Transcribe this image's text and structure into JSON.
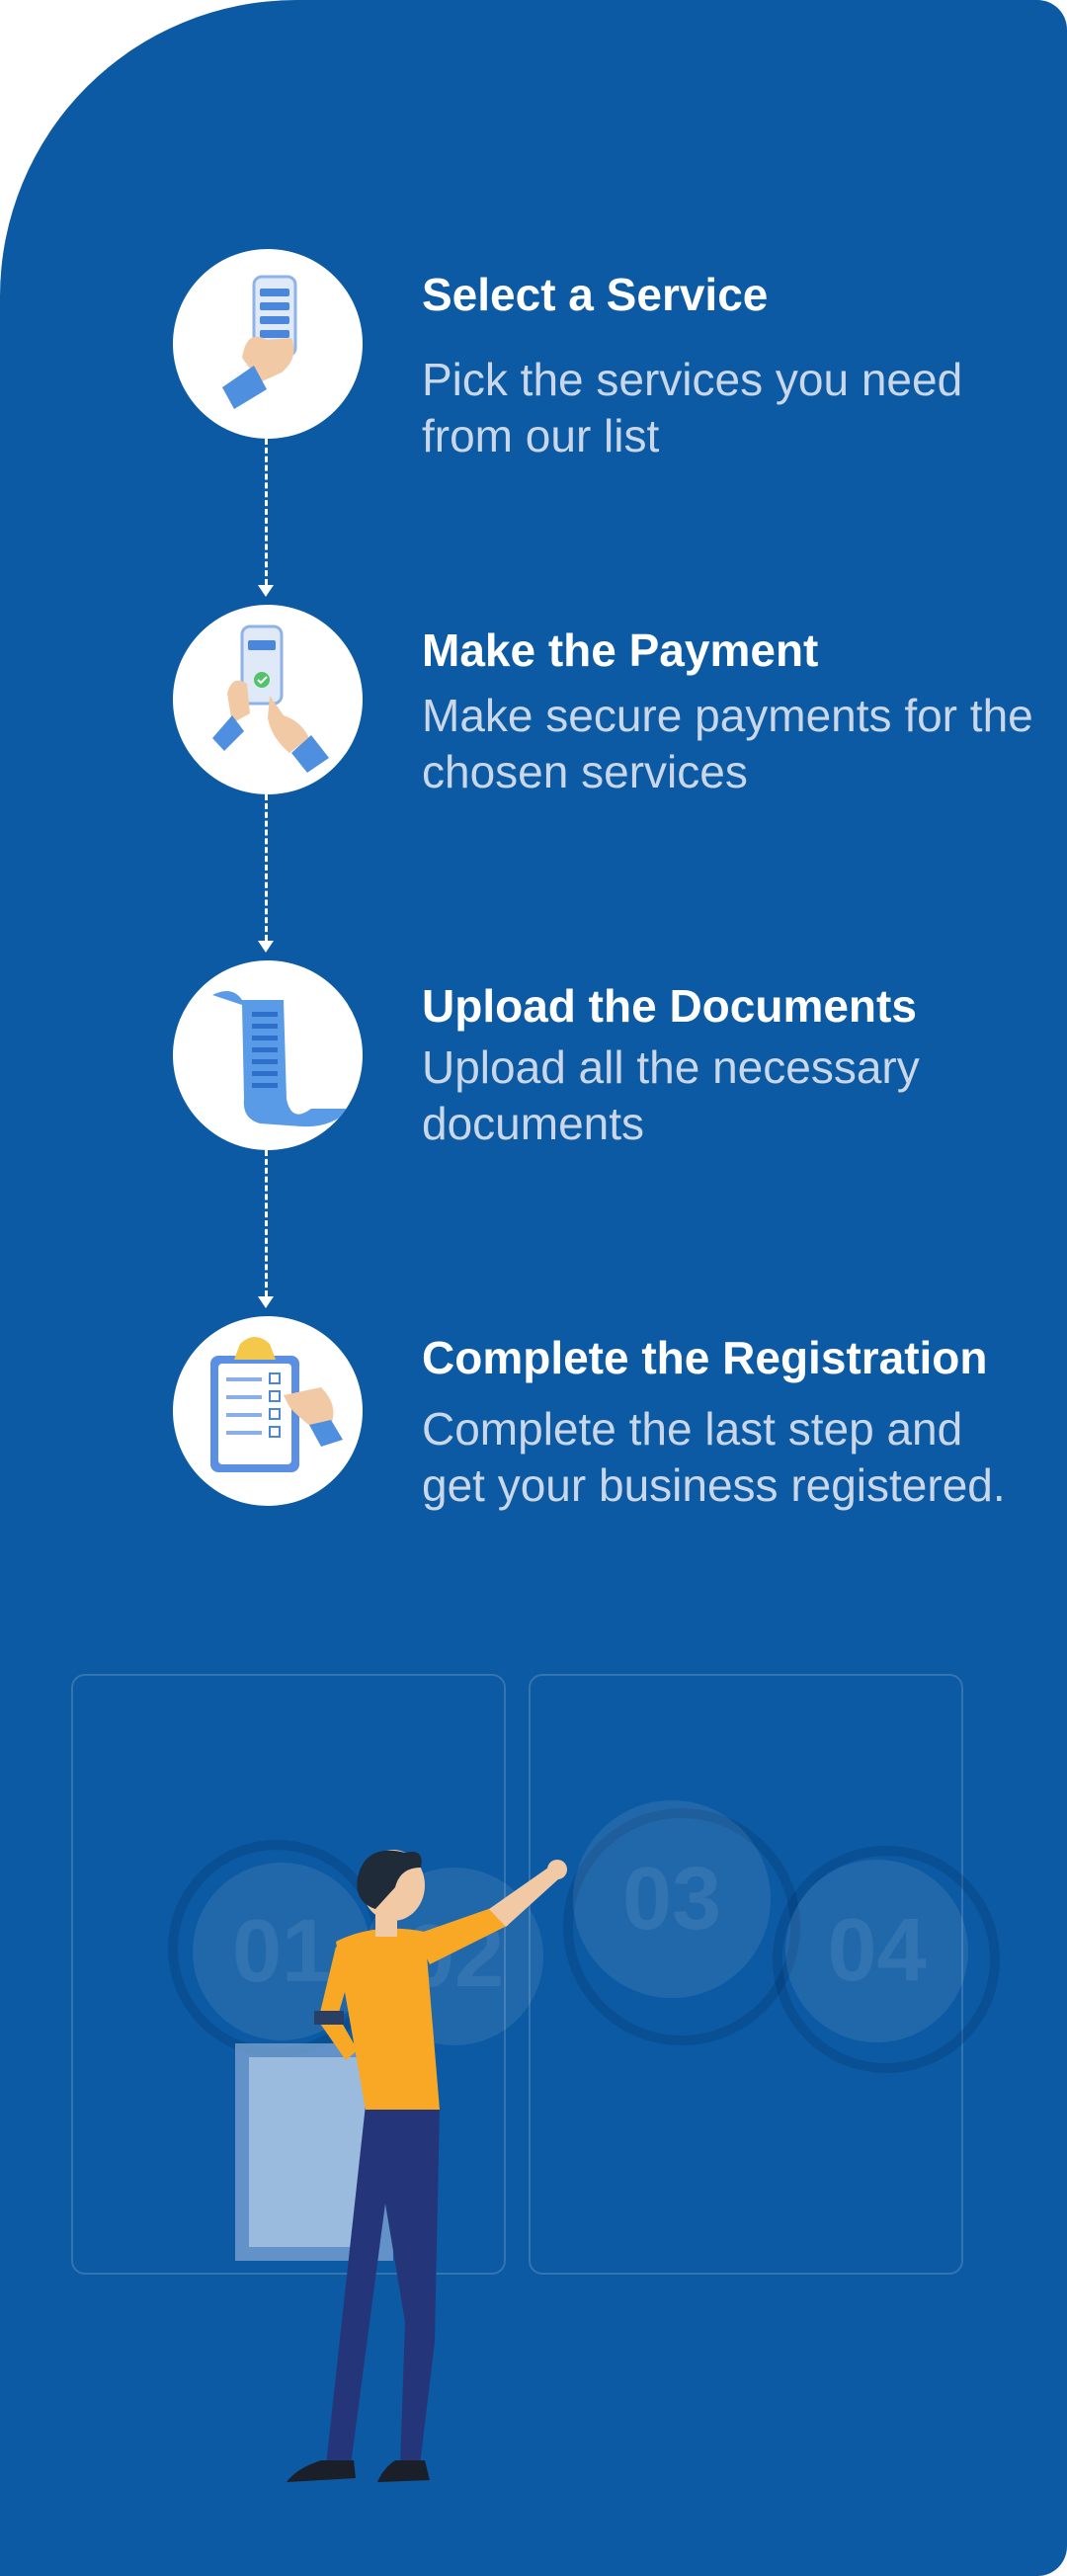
{
  "steps": [
    {
      "title": "Select a Service",
      "desc": "Pick the services you need from our list",
      "icon": "phone-checklist-icon"
    },
    {
      "title": "Make the Payment",
      "desc": "Make secure payments for the chosen services",
      "icon": "phone-payment-icon"
    },
    {
      "title": "Upload the Documents",
      "desc": "Upload all the necessary documents",
      "icon": "document-scroll-icon"
    },
    {
      "title": "Complete the Registration",
      "desc": "Complete the last step and get your business registered.",
      "icon": "clipboard-checklist-icon"
    }
  ],
  "background_badges": [
    "01",
    "02",
    "03",
    "04"
  ],
  "colors": {
    "panel": "#0c5aa3",
    "title": "#ffffff",
    "description": "#c9d7e8",
    "shirt": "#f9a826",
    "pants": "#25357a"
  }
}
